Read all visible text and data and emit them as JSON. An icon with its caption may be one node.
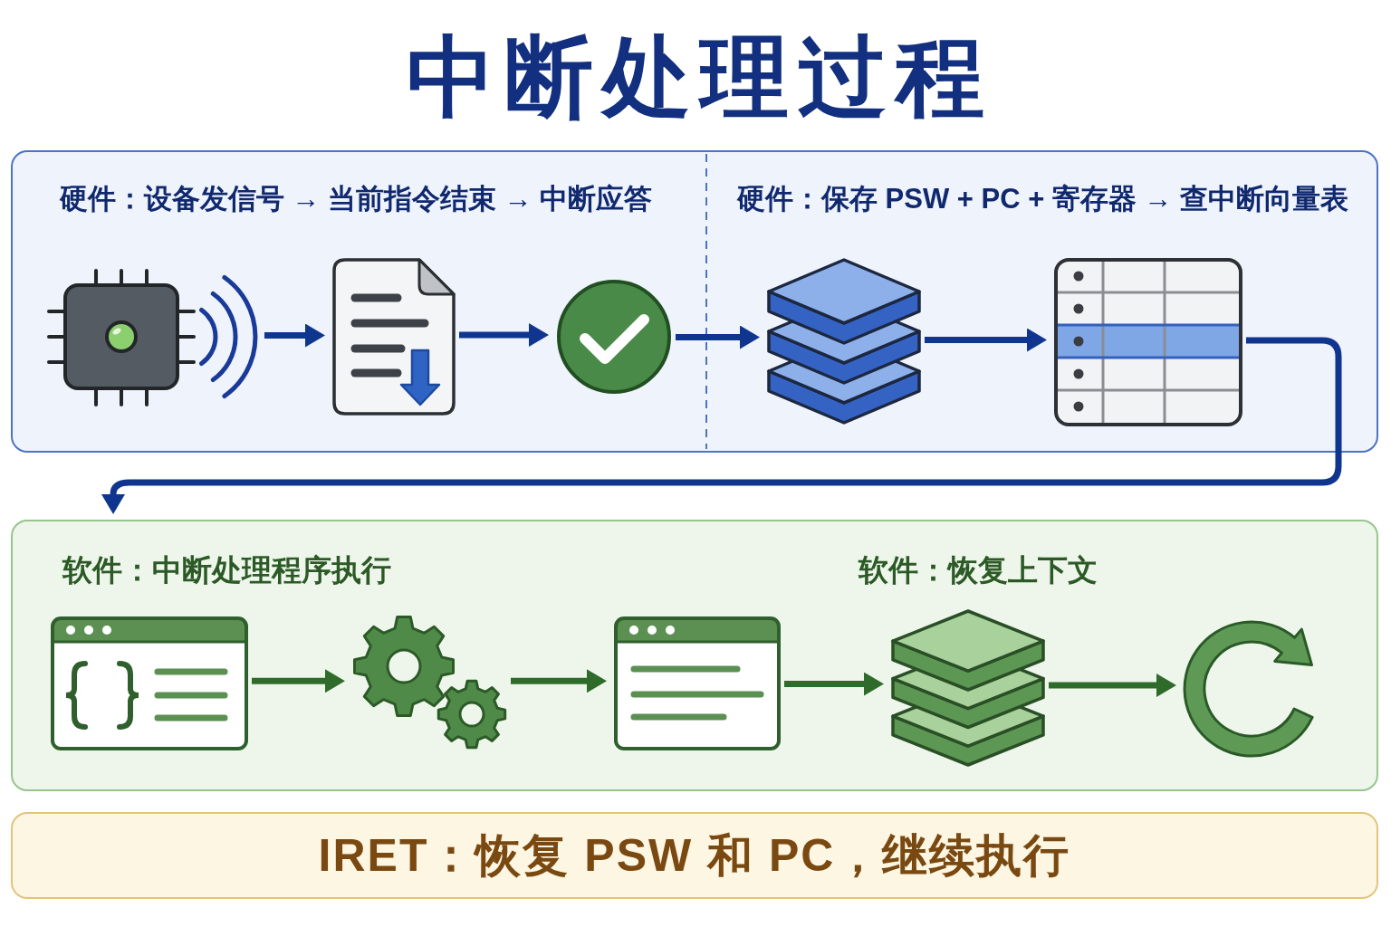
{
  "diagram": {
    "title": "中断处理过程",
    "nodes": [
      {
        "text": [
          "硬件：设备发信号 → 当前指令结束 → 中断应答",
          "硬件：保存 PSW + PC + 寄存器 → 查中断向量表"
        ]
      },
      {
        "text": [],
        "shape": "picture",
        "in": 0
      },
      {
        "text": [],
        "shape": "picture",
        "in": 0
      },
      {
        "text": [],
        "shape": "picture",
        "in": 0
      },
      {
        "text": [],
        "shape": "picture",
        "in": 0
      },
      {
        "text": [],
        "shape": "picture",
        "in": 0
      },
      {
        "text": [
          "软件：中断处理程序执行",
          "软件：恢复上下文"
        ]
      },
      {
        "text": [],
        "shape": "picture",
        "in": 6
      },
      {
        "text": [],
        "shape": "picture",
        "in": 6
      },
      {
        "text": [],
        "shape": "picture",
        "in": 6
      },
      {
        "text": [],
        "shape": "picture",
        "in": 6
      },
      {
        "text": [],
        "shape": "picture",
        "in": 6
      },
      {
        "text": [
          "IRET：恢复 PSW 和 PC，继续执行"
        ]
      }
    ],
    "edges": [
      {
        "from": 1,
        "to": 2,
        "arrow": "to"
      },
      {
        "from": 2,
        "to": 3,
        "arrow": "to"
      },
      {
        "from": 3,
        "to": 4,
        "arrow": "to"
      },
      {
        "from": 4,
        "to": 5,
        "arrow": "to"
      },
      {
        "from": 5,
        "to": 6,
        "arrow": "to"
      },
      {
        "from": 7,
        "to": 8,
        "arrow": "to",
        "color": "#2f6b2a"
      },
      {
        "from": 8,
        "to": 9,
        "arrow": "to",
        "color": "#2f6b2a"
      },
      {
        "from": 9,
        "to": 10,
        "arrow": "to",
        "color": "#2f6b2a"
      },
      {
        "from": 10,
        "to": 11,
        "arrow": "to",
        "color": "#2f6b2a"
      }
    ]
  }
}
